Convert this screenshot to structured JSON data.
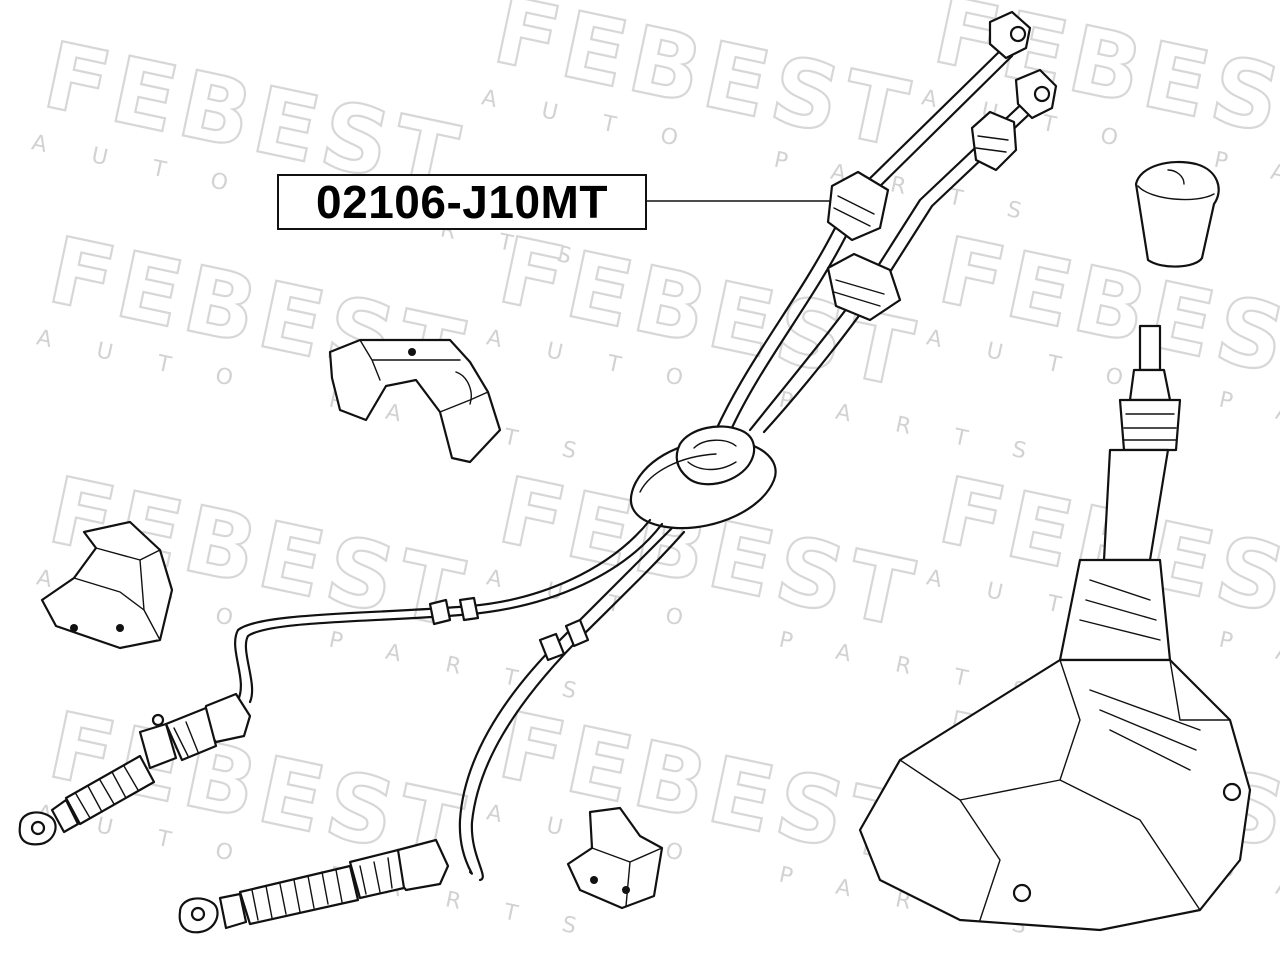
{
  "watermark": {
    "brand": "FEBEST",
    "sub": "AUTO PARTS"
  },
  "part_label": "02106-J10MT",
  "colors": {
    "line": "#111111",
    "watermark": "#d7d7d7",
    "background": "#ffffff"
  }
}
